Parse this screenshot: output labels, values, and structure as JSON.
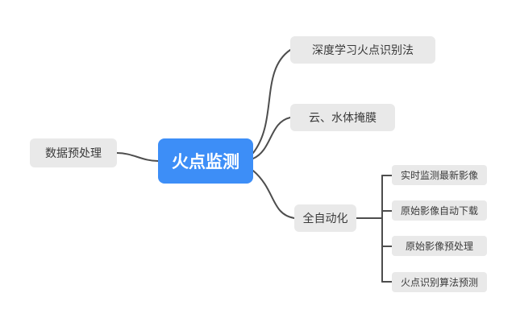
{
  "mindmap": {
    "root": {
      "label": "火点监测"
    },
    "left_branch": {
      "label": "数据预处理"
    },
    "branches": [
      {
        "label": "深度学习火点识别法",
        "children": []
      },
      {
        "label": "云、水体掩膜",
        "children": []
      },
      {
        "label": "全自动化",
        "children": [
          {
            "label": "实时监测最新影像"
          },
          {
            "label": "原始影像自动下载"
          },
          {
            "label": "原始影像预处理"
          },
          {
            "label": "火点识别算法预测"
          }
        ]
      }
    ],
    "colors": {
      "root_bg": "#3d8ef7",
      "root_text": "#ffffff",
      "node_bg": "#e9e9e9",
      "node_text": "#3a3a3a",
      "connector": "#4d4d4d"
    }
  }
}
